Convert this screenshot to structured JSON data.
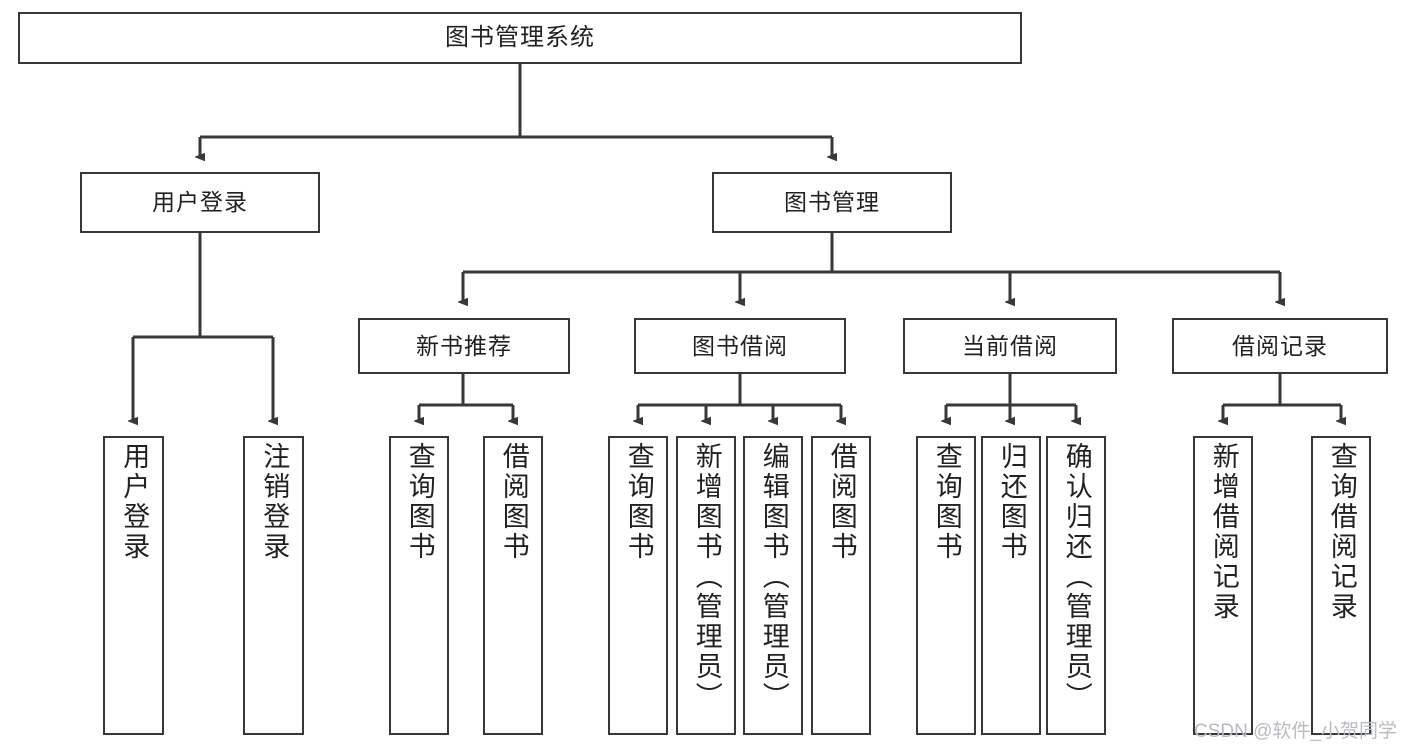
{
  "diagram": {
    "type": "tree",
    "title": "图书管理系统",
    "orientation": "top-down",
    "line_color": "#36383a",
    "box_fill": "#ffffff",
    "text_color": "#1f2123"
  },
  "nodes": {
    "root": {
      "label": "图书管理系统"
    },
    "level2": [
      {
        "label": "用户登录"
      },
      {
        "label": "图书管理"
      }
    ],
    "level3": [
      {
        "label": "新书推荐"
      },
      {
        "label": "图书借阅"
      },
      {
        "label": "当前借阅"
      },
      {
        "label": "借阅记录"
      }
    ],
    "leaves": {
      "user_login": [
        {
          "label": "用户登录"
        },
        {
          "label": "注销登录"
        }
      ],
      "new_book": [
        {
          "label": "查询图书"
        },
        {
          "label": "借阅图书"
        }
      ],
      "book_borrow": [
        {
          "label": "查询图书"
        },
        {
          "label": "新增图书（管理员）"
        },
        {
          "label": "编辑图书（管理员）"
        },
        {
          "label": "借阅图书"
        }
      ],
      "current_borrow": [
        {
          "label": "查询图书"
        },
        {
          "label": "归还图书"
        },
        {
          "label": "确认归还（管理员）"
        }
      ],
      "borrow_record": [
        {
          "label": "新增借阅记录"
        },
        {
          "label": "查询借阅记录"
        }
      ]
    }
  },
  "watermark": {
    "text": "CSDN @软件_小贺同学"
  }
}
